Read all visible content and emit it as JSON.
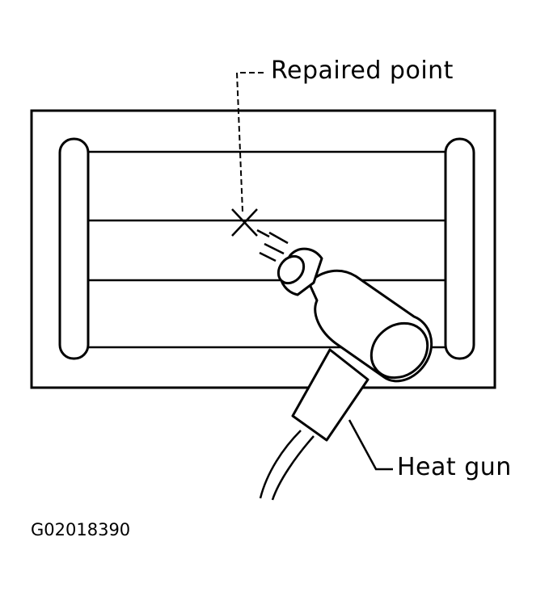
{
  "labels": {
    "repaired_point": "Repaired point",
    "heat_gun": "Heat gun",
    "figure_id": "G02018390"
  },
  "colors": {
    "line": "#000000",
    "background": "#ffffff"
  }
}
